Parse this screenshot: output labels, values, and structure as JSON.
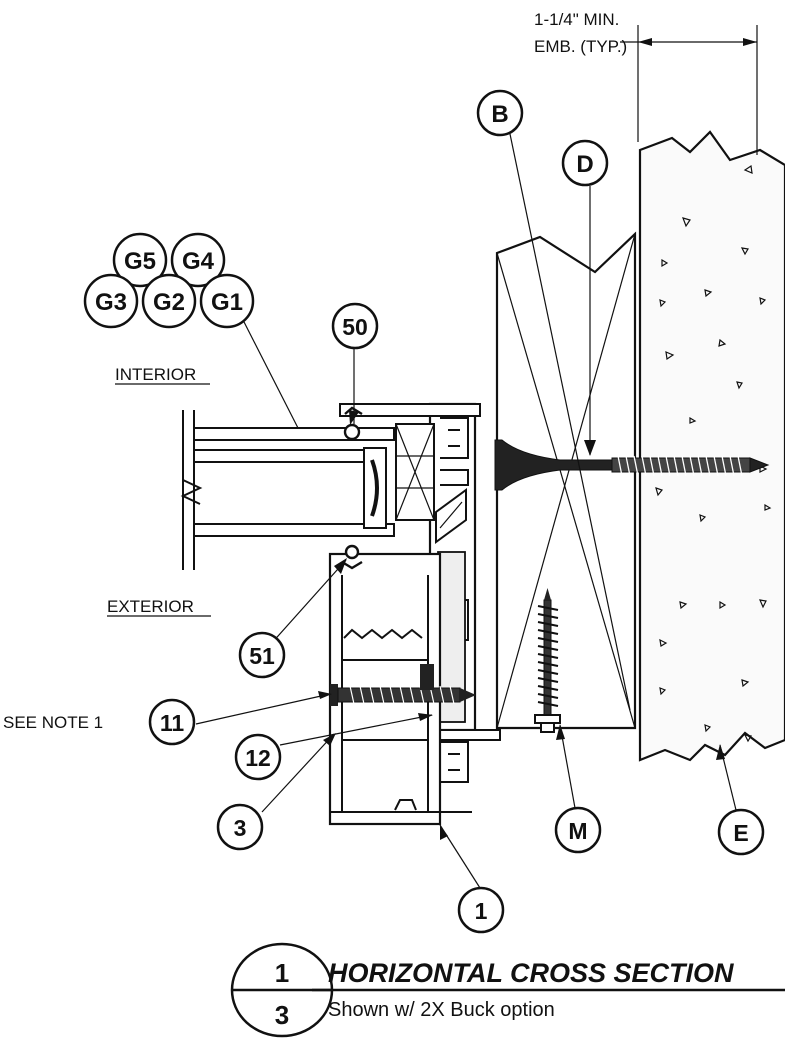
{
  "dimension": {
    "line1": "1-1/4\" MIN.",
    "line2": "EMB. (TYP.)"
  },
  "labels": {
    "B": "B",
    "D": "D",
    "G5": "G5",
    "G4": "G4",
    "G3": "G3",
    "G2": "G2",
    "G1": "G1",
    "n50": "50",
    "n51": "51",
    "n11": "11",
    "n12": "12",
    "n3": "3",
    "n1": "1",
    "M": "M",
    "E": "E"
  },
  "side_labels": {
    "interior": "INTERIOR",
    "exterior": "EXTERIOR",
    "see_note": "SEE NOTE 1"
  },
  "title_block": {
    "detail_number": "1",
    "sheet_number": "3",
    "title": "HORIZONTAL CROSS SECTION",
    "subtitle": "Shown w/ 2X Buck option"
  }
}
